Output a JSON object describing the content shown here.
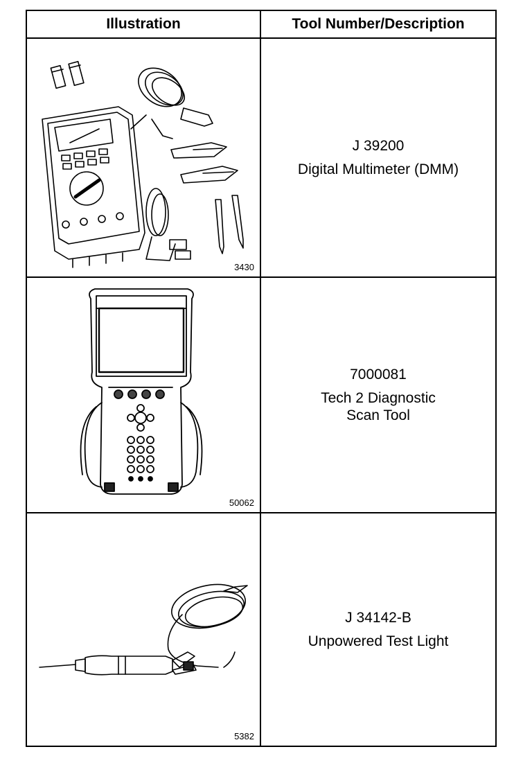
{
  "header": {
    "col1": "Illustration",
    "col2": "Tool Number/Description"
  },
  "rows": [
    {
      "fig_number": "3430",
      "tool_number": "J 39200",
      "desc_lines": [
        "Digital Multimeter (DMM)"
      ],
      "icon": "digital-multimeter-icon"
    },
    {
      "fig_number": "50062",
      "tool_number": "7000081",
      "desc_lines": [
        "Tech 2 Diagnostic",
        "Scan Tool"
      ],
      "icon": "scan-tool-icon"
    },
    {
      "fig_number": "5382",
      "tool_number": "J 34142-B",
      "desc_lines": [
        "Unpowered Test Light"
      ],
      "icon": "test-light-icon"
    }
  ]
}
